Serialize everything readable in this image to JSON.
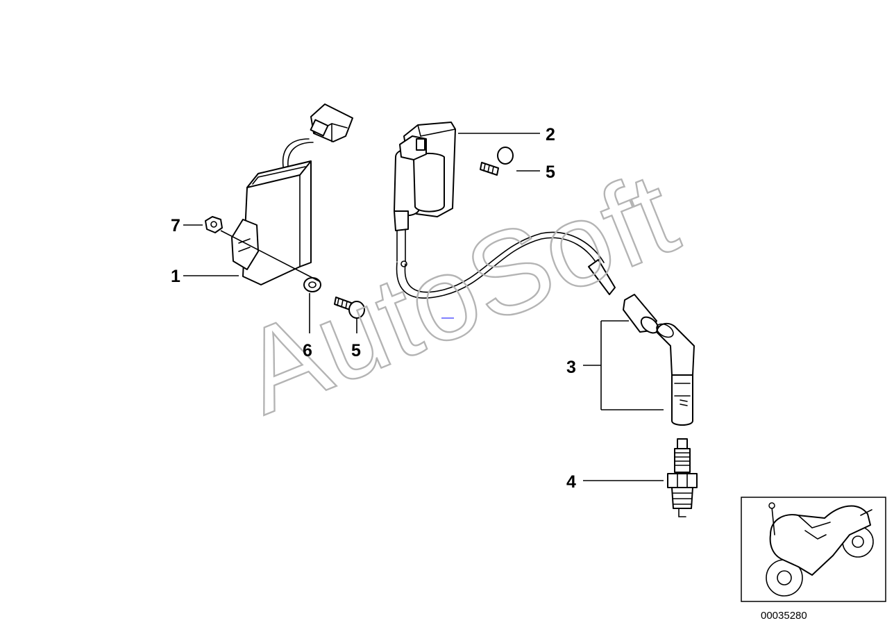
{
  "diagram": {
    "callouts": [
      {
        "id": "c1",
        "label": "1"
      },
      {
        "id": "c2",
        "label": "2"
      },
      {
        "id": "c3",
        "label": "3"
      },
      {
        "id": "c4",
        "label": "4"
      },
      {
        "id": "c5a",
        "label": "5"
      },
      {
        "id": "c5b",
        "label": "5"
      },
      {
        "id": "c6",
        "label": "6"
      },
      {
        "id": "c7",
        "label": "7"
      }
    ],
    "watermark": "AutoSoft",
    "document_number": "00035280",
    "colors": {
      "ink": "#000000",
      "watermark": "#b4b4b4",
      "accent": "#8080ff"
    }
  }
}
